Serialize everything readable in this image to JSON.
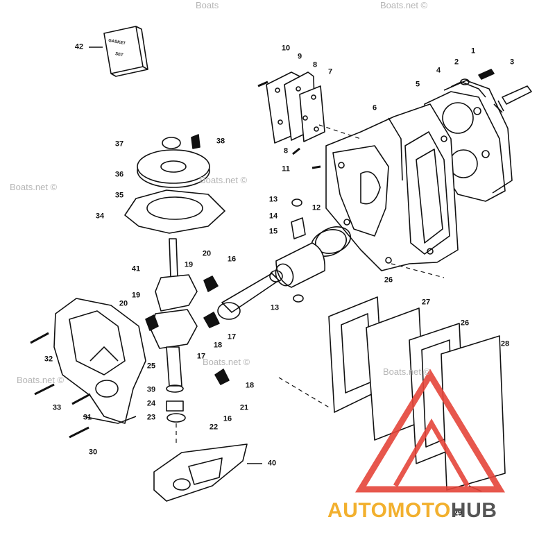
{
  "watermarks": {
    "left": "Boats.net ©",
    "top_center": "Boats",
    "top_right": "Boats.net ©",
    "center": "Boats.net ©",
    "lower_middle": "Boats.net ©",
    "lower_right": "Boats.net ©",
    "bottom_left": "Boats.net ©"
  },
  "gasket_box": {
    "line1": "GASKET",
    "line2": "SET"
  },
  "brand": {
    "part1": "AUTOMOTO",
    "part2": "HUB",
    "accent_color": "#f2b02e",
    "dark_color": "#555555",
    "triangle_color": "#e5453a"
  },
  "callouts": {
    "c1": "1",
    "c2": "2",
    "c3": "3",
    "c4": "4",
    "c5": "5",
    "c6": "6",
    "c7": "7",
    "c8a": "8",
    "c8b": "8",
    "c9": "9",
    "c10": "10",
    "c11": "11",
    "c12": "12",
    "c13a": "13",
    "c13b": "13",
    "c14": "14",
    "c15": "15",
    "c16a": "16",
    "c16b": "16",
    "c17a": "17",
    "c17b": "17",
    "c18a": "18",
    "c18b": "18",
    "c19a": "19",
    "c19b": "19",
    "c20a": "20",
    "c20b": "20",
    "c21": "21",
    "c22": "22",
    "c23": "23",
    "c24": "24",
    "c25": "25",
    "c26a": "26",
    "c26b": "26",
    "c27": "27",
    "c28": "28",
    "c29": "29",
    "c30": "30",
    "c31": "31",
    "c32": "32",
    "c33": "33",
    "c34": "34",
    "c35": "35",
    "c36": "36",
    "c37": "37",
    "c38": "38",
    "c39": "39",
    "c40": "40",
    "c41": "41",
    "c42": "42"
  }
}
